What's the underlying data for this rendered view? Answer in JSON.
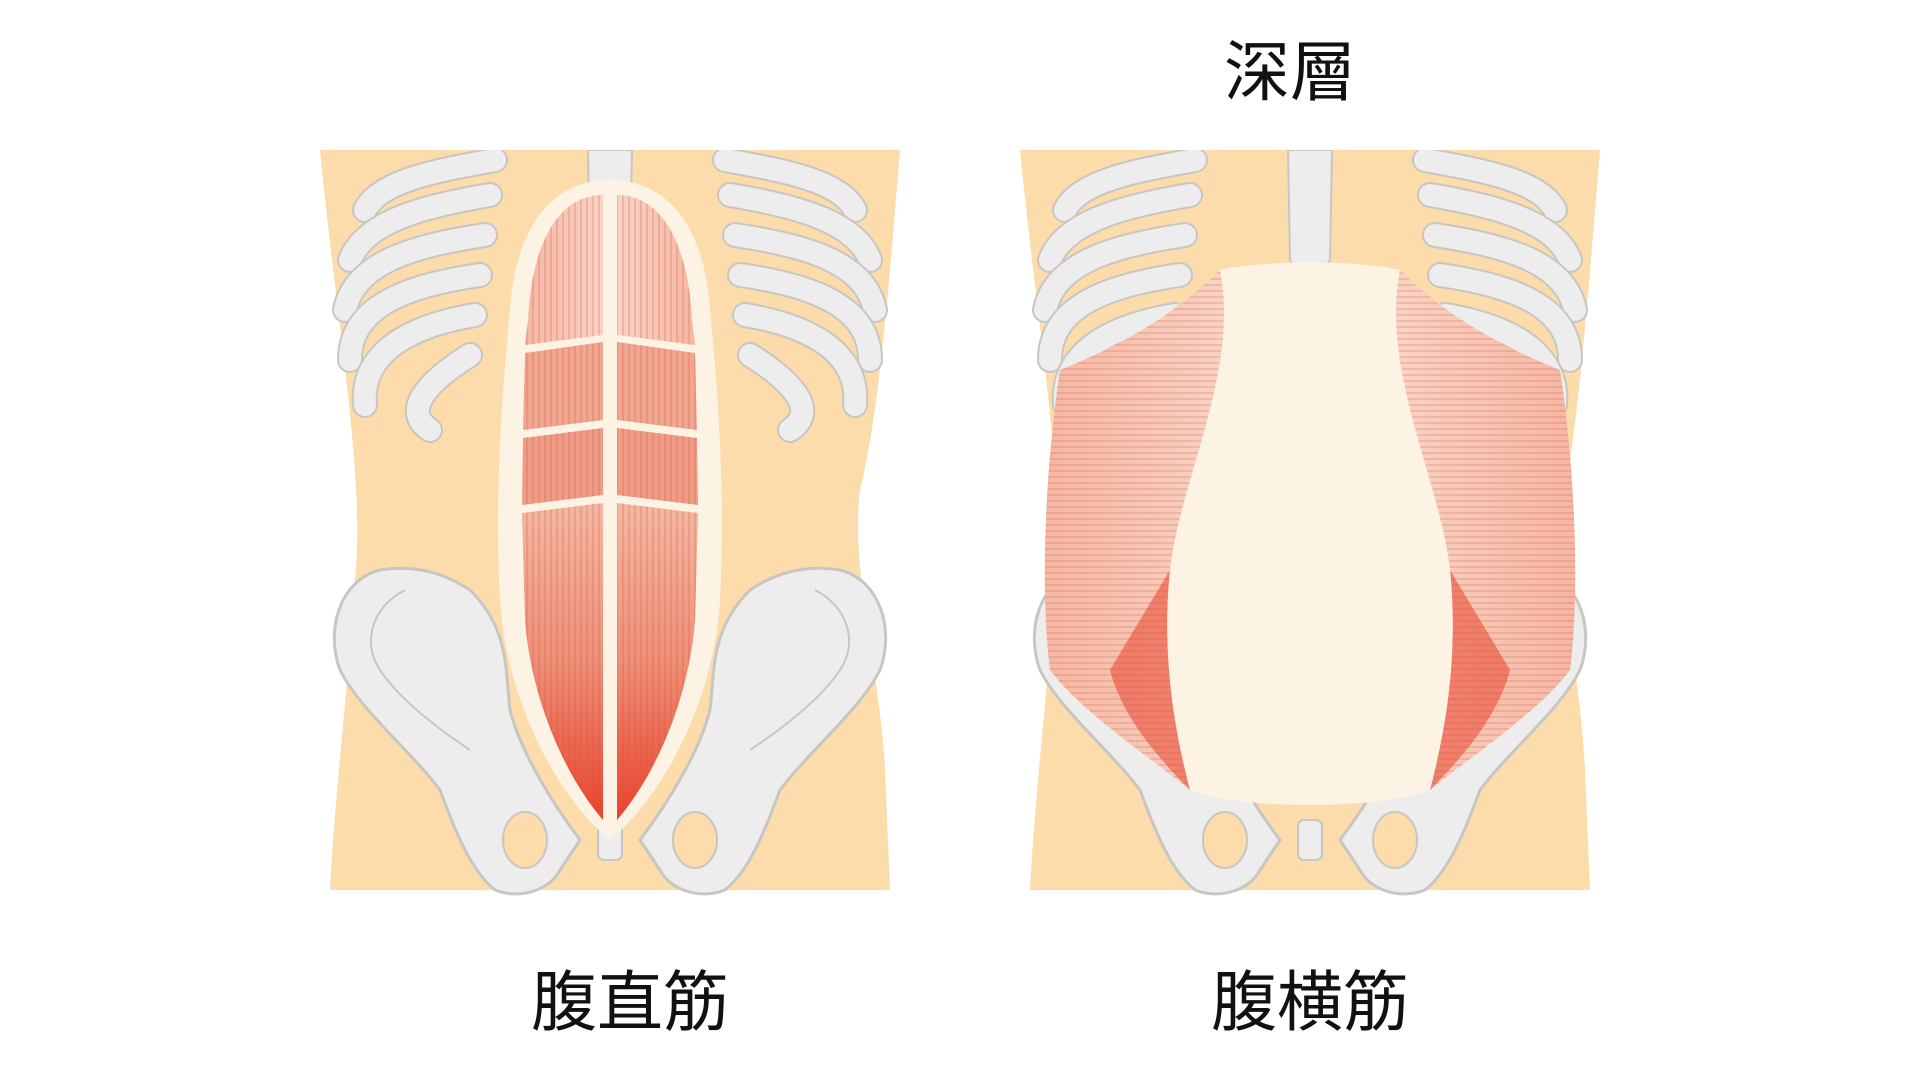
{
  "labels": {
    "deep_layer": "深層",
    "left_muscle": "腹直筋",
    "right_muscle": "腹横筋"
  },
  "colors": {
    "background": "#ffffff",
    "skin": "#fbdcaa",
    "bone": "#ededed",
    "bone_outline": "#c9c6c2",
    "muscle_light": "#f7c9b6",
    "muscle_dark": "#e8432c",
    "fascia": "#fdf3e4"
  },
  "icons": [
    "torso-skin",
    "rib-cage",
    "pelvis",
    "rectus-abdominis",
    "transversus-abdominis"
  ]
}
